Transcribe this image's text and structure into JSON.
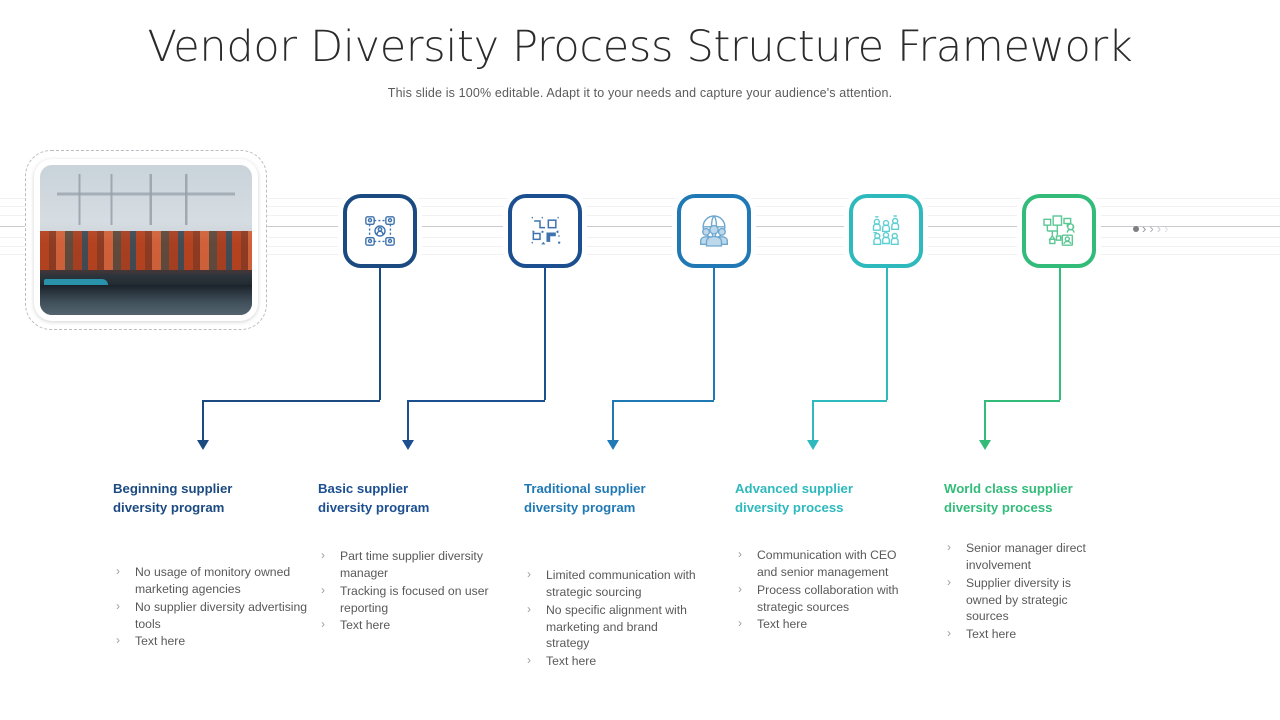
{
  "header": {
    "title": "Vendor Diversity Process Structure Framework",
    "subtitle": "This slide is 100% editable. Adapt it to your needs and capture your audience's attention."
  },
  "photo": {
    "alt": "container-ship-port-cranes-photo"
  },
  "end_marker": {
    "chevrons": [
      "›",
      "›",
      "›",
      "›"
    ]
  },
  "stages": [
    {
      "icon_name": "network-people-icon",
      "color": "#1b4a80",
      "heading": "Beginning supplier\ndiversity program",
      "bullets": [
        "No usage of monitory owned marketing agencies",
        "No supplier diversity advertising tools",
        "Text here"
      ]
    },
    {
      "icon_name": "puzzle-blocks-icon",
      "color": "#1c4f90",
      "heading": "Basic supplier\ndiversity program",
      "bullets": [
        "Part time supplier diversity manager",
        "Tracking is focused on user reporting",
        "Text here"
      ]
    },
    {
      "icon_name": "global-team-icon",
      "color": "#2079b5",
      "heading": "Traditional supplier\ndiversity program",
      "bullets": [
        "Limited communication with strategic sourcing",
        "No specific alignment with marketing and brand strategy",
        "Text here"
      ]
    },
    {
      "icon_name": "people-group-icon",
      "color": "#2eb9bd",
      "heading": "Advanced supplier\ndiversity process",
      "bullets": [
        "Communication with CEO and senior management",
        "Process collaboration with strategic sources",
        "Text here"
      ]
    },
    {
      "icon_name": "org-chart-icon",
      "color": "#33bb7a",
      "heading": "World class supplier\ndiversity process",
      "bullets": [
        "Senior manager direct involvement",
        "Supplier diversity is owned by strategic sources",
        "Text here"
      ]
    }
  ]
}
